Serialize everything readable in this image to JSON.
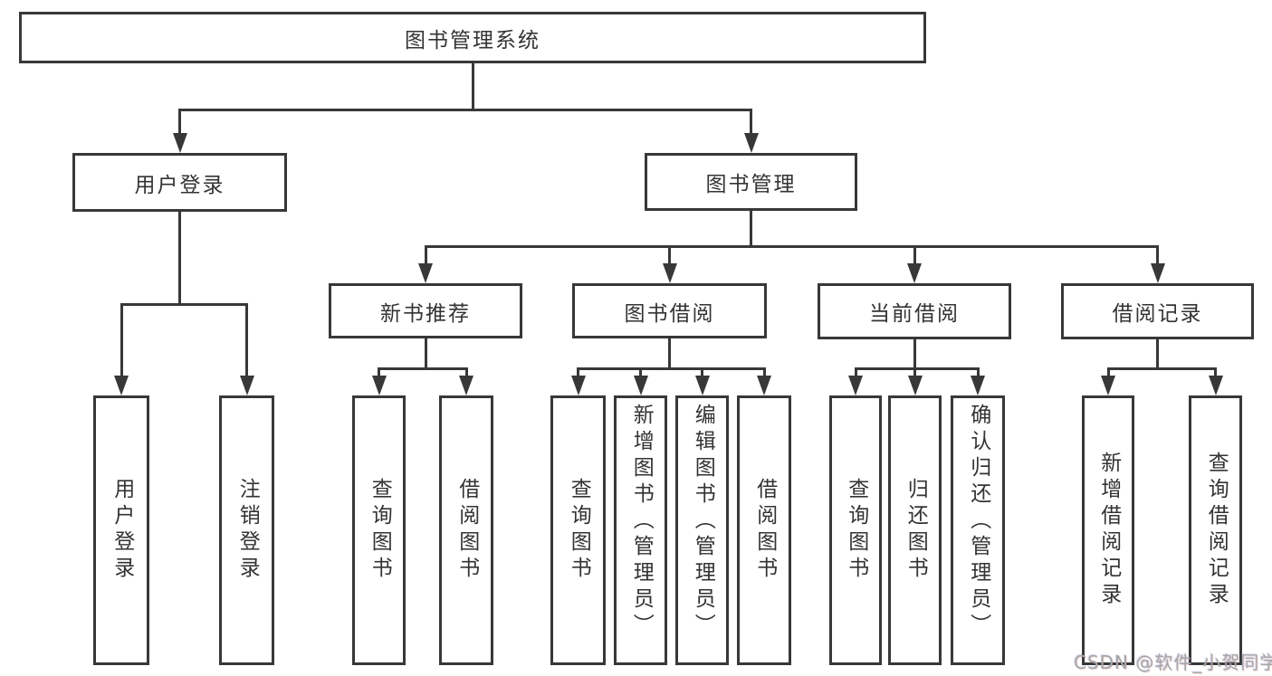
{
  "diagram": {
    "title": "图书管理系统",
    "root": {
      "label": "图书管理系统",
      "children": [
        {
          "label": "用户登录",
          "children": [
            {
              "label": "用户登录"
            },
            {
              "label": "注销登录"
            }
          ]
        },
        {
          "label": "图书管理",
          "children": [
            {
              "label": "新书推荐",
              "children": [
                {
                  "label": "查询图书"
                },
                {
                  "label": "借阅图书"
                }
              ]
            },
            {
              "label": "图书借阅",
              "children": [
                {
                  "label": "查询图书"
                },
                {
                  "label": "新增图书（管理员）"
                },
                {
                  "label": "编辑图书（管理员）"
                },
                {
                  "label": "借阅图书"
                }
              ]
            },
            {
              "label": "当前借阅",
              "children": [
                {
                  "label": "查询图书"
                },
                {
                  "label": "归还图书"
                },
                {
                  "label": "确认归还（管理员）"
                }
              ]
            },
            {
              "label": "借阅记录",
              "children": [
                {
                  "label": "新增借阅记录"
                },
                {
                  "label": "查询借阅记录"
                }
              ]
            }
          ]
        }
      ]
    }
  },
  "watermark": {
    "text": "CSDN @软件_小贺同学"
  },
  "colors": {
    "line": "#383838",
    "text": "#333333",
    "background": "#ffffff",
    "watermark": "#a6a6a6"
  }
}
